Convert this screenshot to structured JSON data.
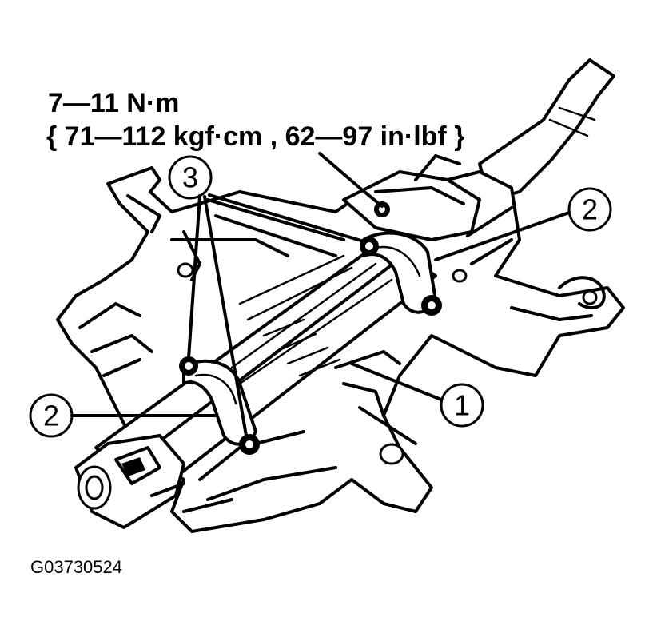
{
  "torque_spec": {
    "line1": "7—11 N·m",
    "line2": "{ 71—112 kgf·cm , 62—97 in·lbf }"
  },
  "callouts": [
    {
      "number": "3"
    },
    {
      "number": "2"
    },
    {
      "number": "2"
    },
    {
      "number": "1"
    }
  ],
  "figure_id": "G03730524"
}
